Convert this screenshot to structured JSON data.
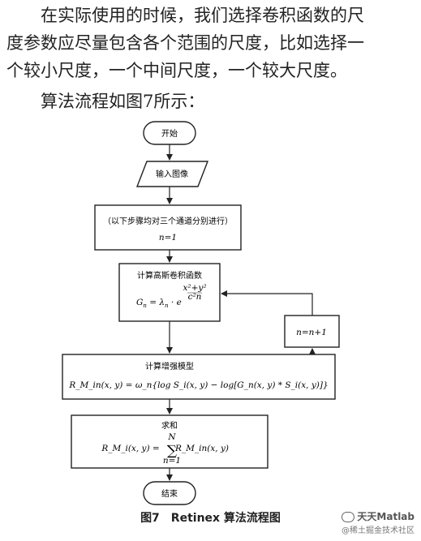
{
  "paragraphs": {
    "p1_line1": "在实际使用的时候，我们选择卷积函数的尺",
    "p1_line2": "度参数应尽量包含各个范围的尺度，比如选择一",
    "p1_line3": "个较小尺度，一个中间尺度，一个较大尺度。",
    "p2": "算法流程如图7所示："
  },
  "flowchart": {
    "start": "开始",
    "input": "输入图像",
    "loop_note": "（以下步骤均对三个通道分别进行）",
    "loop_init": "n=1",
    "gauss_title": "计算高斯卷积函数",
    "gauss_formula": "G",
    "gauss_sub": "n",
    "gauss_formula_rest": " = λ",
    "gauss_formula_e": " · e",
    "gauss_exp_num": "x²+y²",
    "gauss_exp_den": "c²n",
    "enhance_title": "计算增强模型",
    "enhance_formula": "R_M_in(x, y) = ω_n{log S_i(x, y) − log[G_n(x, y) * S_i(x, y)]}",
    "sum_title": "求和",
    "sum_formula_left": "R_M_i(x, y) =",
    "sum_upper": "N",
    "sum_symbol": "∑",
    "sum_lower": "n=1",
    "sum_formula_right": "R_M_in(x, y)",
    "increment": "n=n+1",
    "end": "结束"
  },
  "caption": "图7　Retinex 算法流程图",
  "watermark": {
    "name": "天天Matlab",
    "sub": "@稀土掘金技术社区"
  }
}
